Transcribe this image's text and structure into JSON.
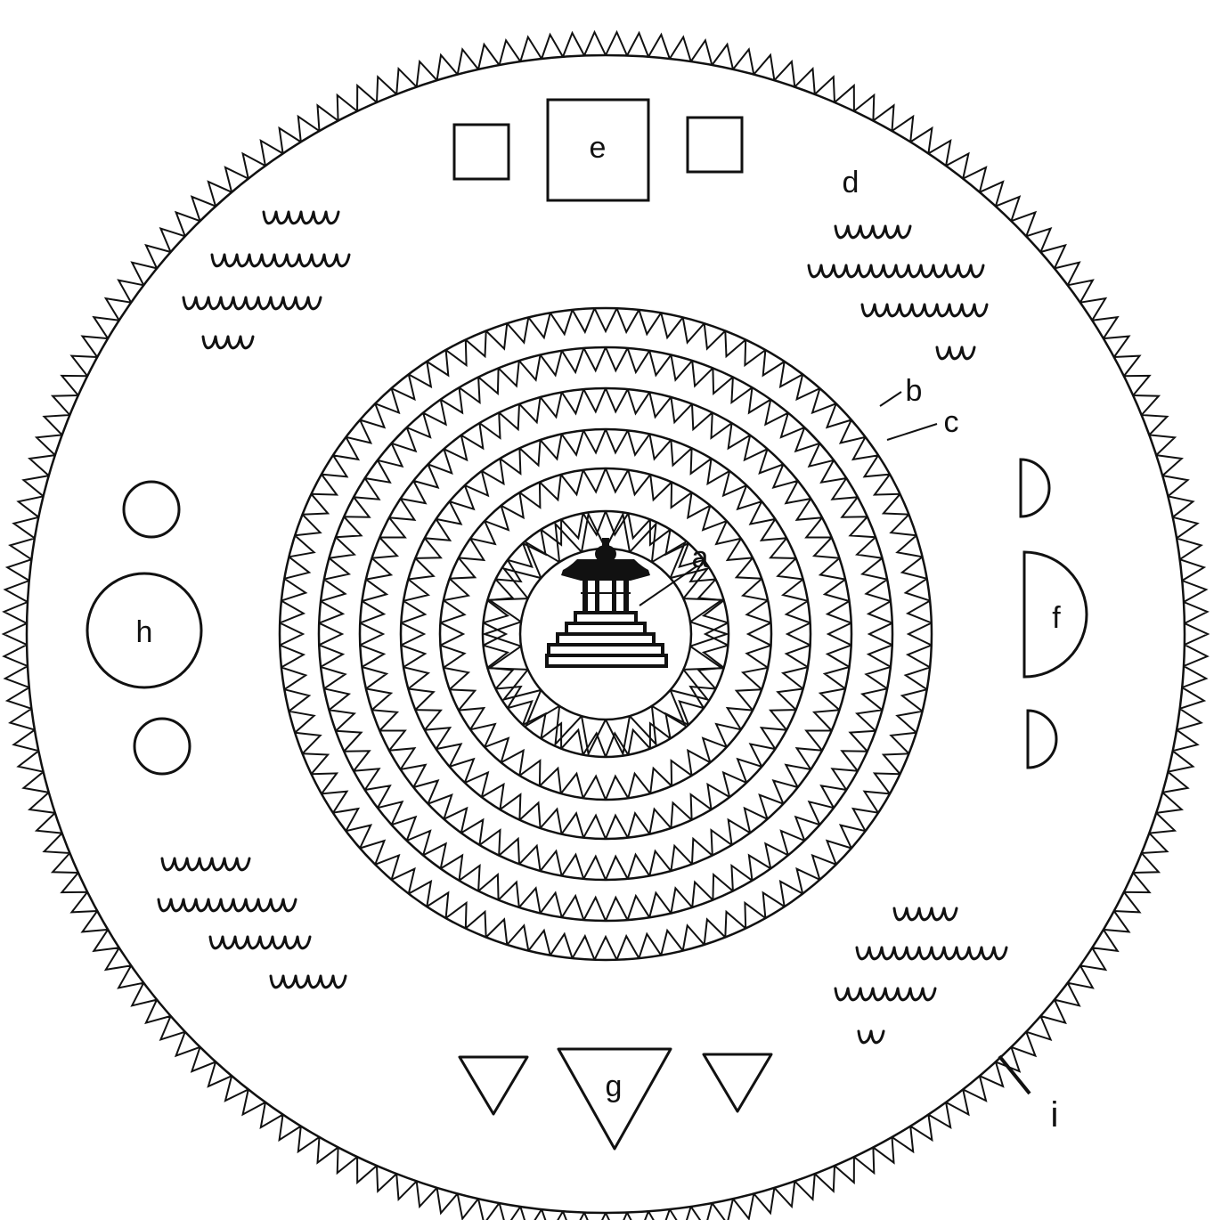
{
  "labels": {
    "a": "a",
    "b": "b",
    "c": "c",
    "d": "d",
    "e": "e",
    "f": "f",
    "g": "g",
    "h": "h",
    "i": "i"
  },
  "colors": {
    "ink": "#111111",
    "paper": "#ffffff"
  },
  "icons": {
    "center": "pagoda-icon",
    "waves": "wave-glyph"
  }
}
